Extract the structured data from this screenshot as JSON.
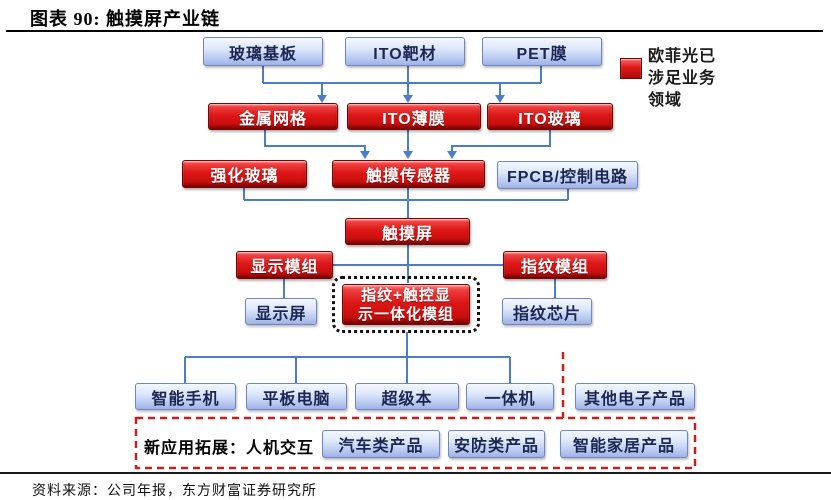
{
  "header": {
    "title": "图表 90: 触摸屏产业链"
  },
  "legend": {
    "lines": [
      "欧菲光已",
      "涉足业务",
      "领域"
    ]
  },
  "nodes": {
    "glass_substrate": "玻璃基板",
    "ito_target": "ITO靶材",
    "pet_film": "PET膜",
    "metal_mesh": "金属网格",
    "ito_film": "ITO薄膜",
    "ito_glass": "ITO玻璃",
    "tempered_glass": "强化玻璃",
    "touch_sensor": "触摸传感器",
    "fpcb": "FPCB/控制电路",
    "touch_screen": "触摸屏",
    "display_module": "显示模组",
    "fingerprint_module": "指纹模组",
    "display_screen": "显示屏",
    "integrated_line1": "指纹+触控显",
    "integrated_line2": "示一体化模组",
    "fingerprint_chip": "指纹芯片",
    "smartphone": "智能手机",
    "tablet": "平板电脑",
    "ultrabook": "超级本",
    "all_in_one": "一体机",
    "other_electronics": "其他电子产品",
    "auto_products": "汽车类产品",
    "security_products": "安防类产品",
    "smart_home": "智能家居产品"
  },
  "new_applications": {
    "label": "新应用拓展：人机交互"
  },
  "footer": {
    "source": "资料来源：公司年报，东方财富证券研究所"
  },
  "colors": {
    "red_node": "#d31212",
    "blue_node_border": "#7385bd",
    "blue_node_fill": "#c3d1f3",
    "connector": "#4a7fc8",
    "dashed_red": "#c81e1e",
    "legend_red": "#cc1111",
    "rule": "#000000"
  }
}
